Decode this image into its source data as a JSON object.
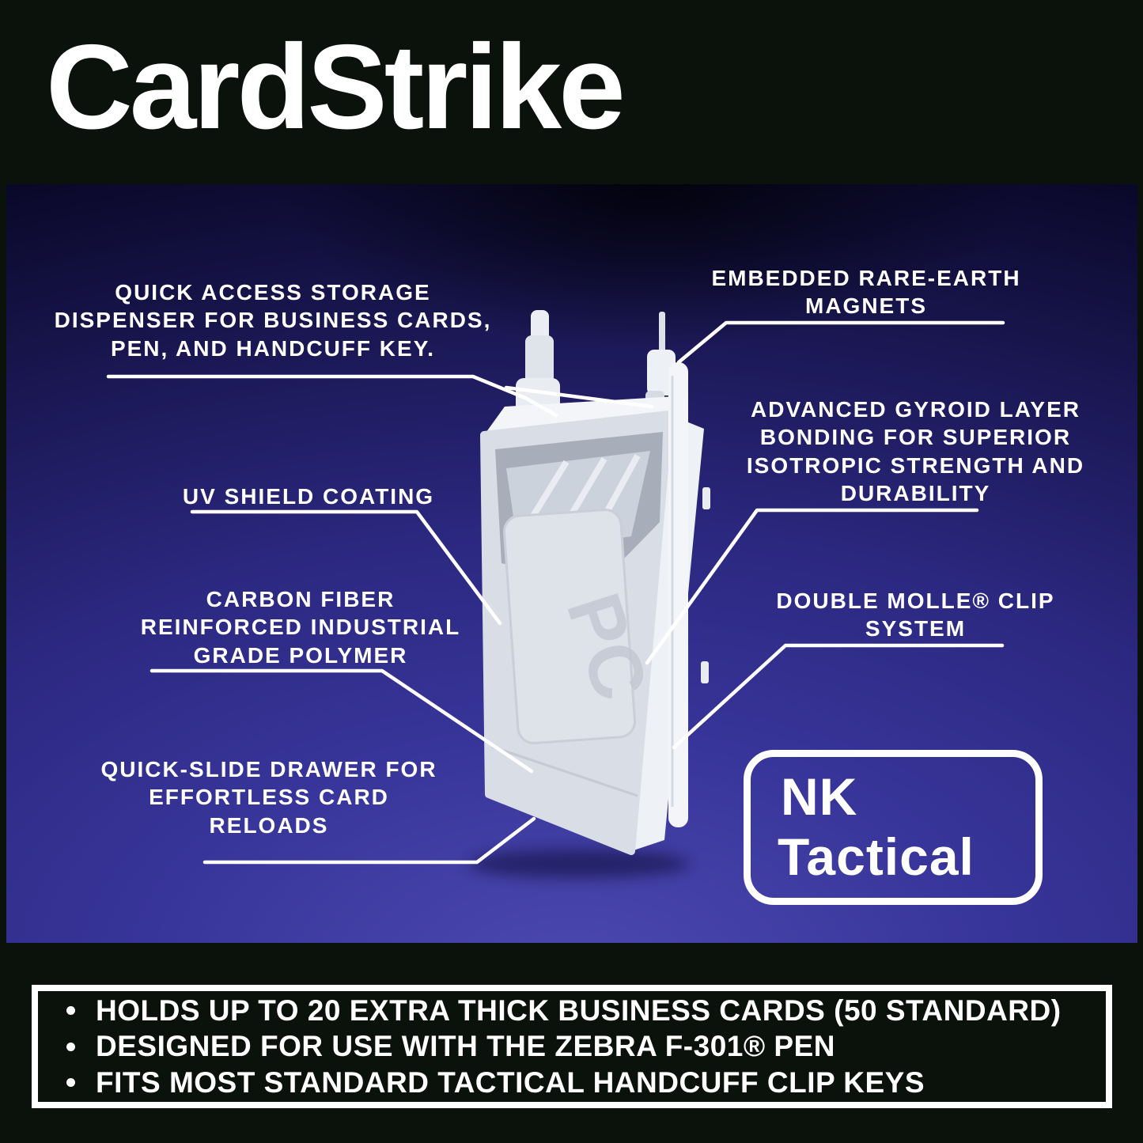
{
  "header": {
    "title": "CardStrike"
  },
  "callouts": {
    "quick_access": "QUICK ACCESS STORAGE\nDISPENSER FOR BUSINESS CARDS,\nPEN, AND HANDCUFF KEY.",
    "magnets": "EMBEDDED RARE-EARTH\nMAGNETS",
    "gyroid": "ADVANCED GYROID LAYER\nBONDING FOR SUPERIOR\nISOTROPIC STRENGTH AND\nDURABILITY",
    "uv": "UV SHIELD COATING",
    "carbon": "CARBON FIBER\nREINFORCED INDUSTRIAL\nGRADE POLYMER",
    "molle": "DOUBLE MOLLE® CLIP\nSYSTEM",
    "drawer": "QUICK-SLIDE DRAWER FOR\nEFFORTLESS CARD\nRELOADS"
  },
  "product": {
    "faceplate_text": "PC"
  },
  "logo": {
    "line1": "NK",
    "line2": "Tactical"
  },
  "footer": {
    "bullets": [
      "HOLDS UP TO 20 EXTRA THICK BUSINESS CARDS (50 STANDARD)",
      "DESIGNED FOR USE WITH THE ZEBRA F-301® PEN",
      "FITS MOST STANDARD TACTICAL HANDCUFF CLIP KEYS"
    ]
  },
  "colors": {
    "panel_blue_bottom": "#4b48b0",
    "panel_blue_mid": "#2b2880",
    "panel_top_dark": "#0a0828",
    "background_black": "#0a120b",
    "text_white": "#ffffff"
  }
}
